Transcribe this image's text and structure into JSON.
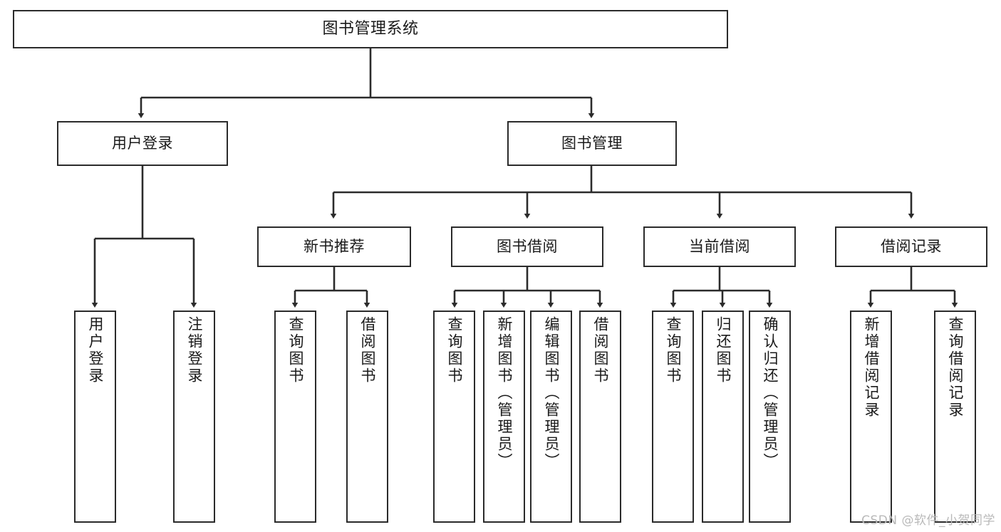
{
  "diagram": {
    "type": "tree",
    "title": "图书管理系统",
    "orientation": "top-down",
    "colors": {
      "box_border": "#2b2b2b",
      "box_fill": "#ffffff",
      "edge": "#2b2b2b",
      "text": "#1a1a1a",
      "watermark": "#b9b9b9",
      "canvas": "#ffffff"
    },
    "root": {
      "id": "root",
      "label": "图书管理系统"
    },
    "level1": [
      {
        "id": "user-login",
        "label": "用户登录"
      },
      {
        "id": "book-manage",
        "label": "图书管理"
      }
    ],
    "level2": [
      {
        "id": "new-book-rec",
        "label": "新书推荐",
        "parent": "book-manage"
      },
      {
        "id": "book-borrow",
        "label": "图书借阅",
        "parent": "book-manage"
      },
      {
        "id": "current-borrow",
        "label": "当前借阅",
        "parent": "book-manage"
      },
      {
        "id": "borrow-record",
        "label": "借阅记录",
        "parent": "book-manage"
      }
    ],
    "leaves": [
      {
        "id": "leaf-user-login",
        "label": "用户登录",
        "parent": "user-login"
      },
      {
        "id": "leaf-user-logout",
        "label": "注销登录",
        "parent": "user-login"
      },
      {
        "id": "leaf-query-book-1",
        "label": "查询图书",
        "parent": "new-book-rec"
      },
      {
        "id": "leaf-borrow-book-1",
        "label": "借阅图书",
        "parent": "new-book-rec"
      },
      {
        "id": "leaf-query-book-2",
        "label": "查询图书",
        "parent": "book-borrow"
      },
      {
        "id": "leaf-add-book",
        "label": "新增图书（管理员）",
        "parent": "book-borrow"
      },
      {
        "id": "leaf-edit-book",
        "label": "编辑图书（管理员）",
        "parent": "book-borrow"
      },
      {
        "id": "leaf-borrow-book-2",
        "label": "借阅图书",
        "parent": "book-borrow"
      },
      {
        "id": "leaf-query-book-3",
        "label": "查询图书",
        "parent": "current-borrow"
      },
      {
        "id": "leaf-return-book",
        "label": "归还图书",
        "parent": "current-borrow"
      },
      {
        "id": "leaf-confirm-return",
        "label": "确认归还（管理员）",
        "parent": "current-borrow"
      },
      {
        "id": "leaf-add-record",
        "label": "新增借阅记录",
        "parent": "borrow-record"
      },
      {
        "id": "leaf-query-record",
        "label": "查询借阅记录",
        "parent": "borrow-record"
      }
    ]
  },
  "watermark": {
    "text": "CSDN @软件_小贺同学"
  }
}
